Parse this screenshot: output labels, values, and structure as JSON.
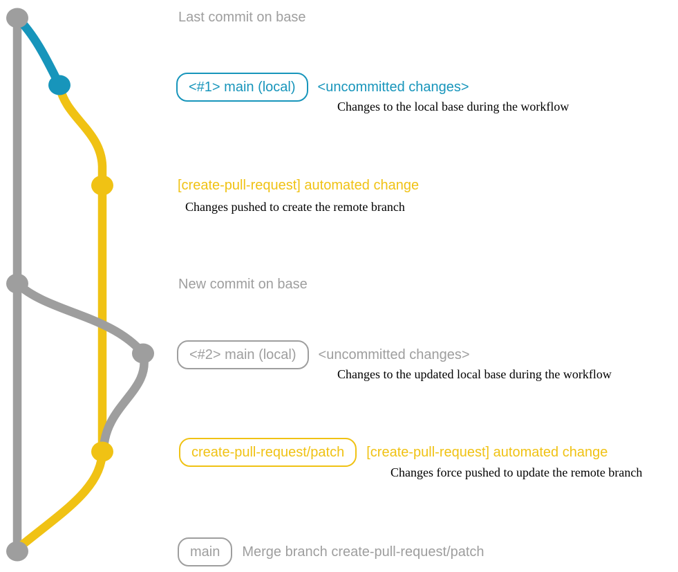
{
  "colors": {
    "background": "#FFFFFF",
    "gray": "#9E9E9E",
    "blue": "#1795BB",
    "yellow": "#F0C214",
    "ink": "#000000"
  },
  "annotations": {
    "last_commit": {
      "text": "Last commit on base"
    },
    "section1": {
      "badge": "<#1> main (local)",
      "title": "<uncommitted changes>",
      "subtitle": "Changes to the local base during the workflow"
    },
    "section2": {
      "title": "[create-pull-request] automated change",
      "subtitle": "Changes pushed to create the remote branch"
    },
    "new_commit": {
      "text": "New commit on base"
    },
    "section3": {
      "badge": "<#2> main (local)",
      "title": "<uncommitted changes>",
      "subtitle": "Changes to the updated local base during the workflow"
    },
    "section4": {
      "badge": "create-pull-request/patch",
      "title": "[create-pull-request] automated change",
      "subtitle": "Changes force pushed to update the remote branch"
    },
    "section5": {
      "badge": "main",
      "title": "Merge branch create-pull-request/patch"
    }
  }
}
